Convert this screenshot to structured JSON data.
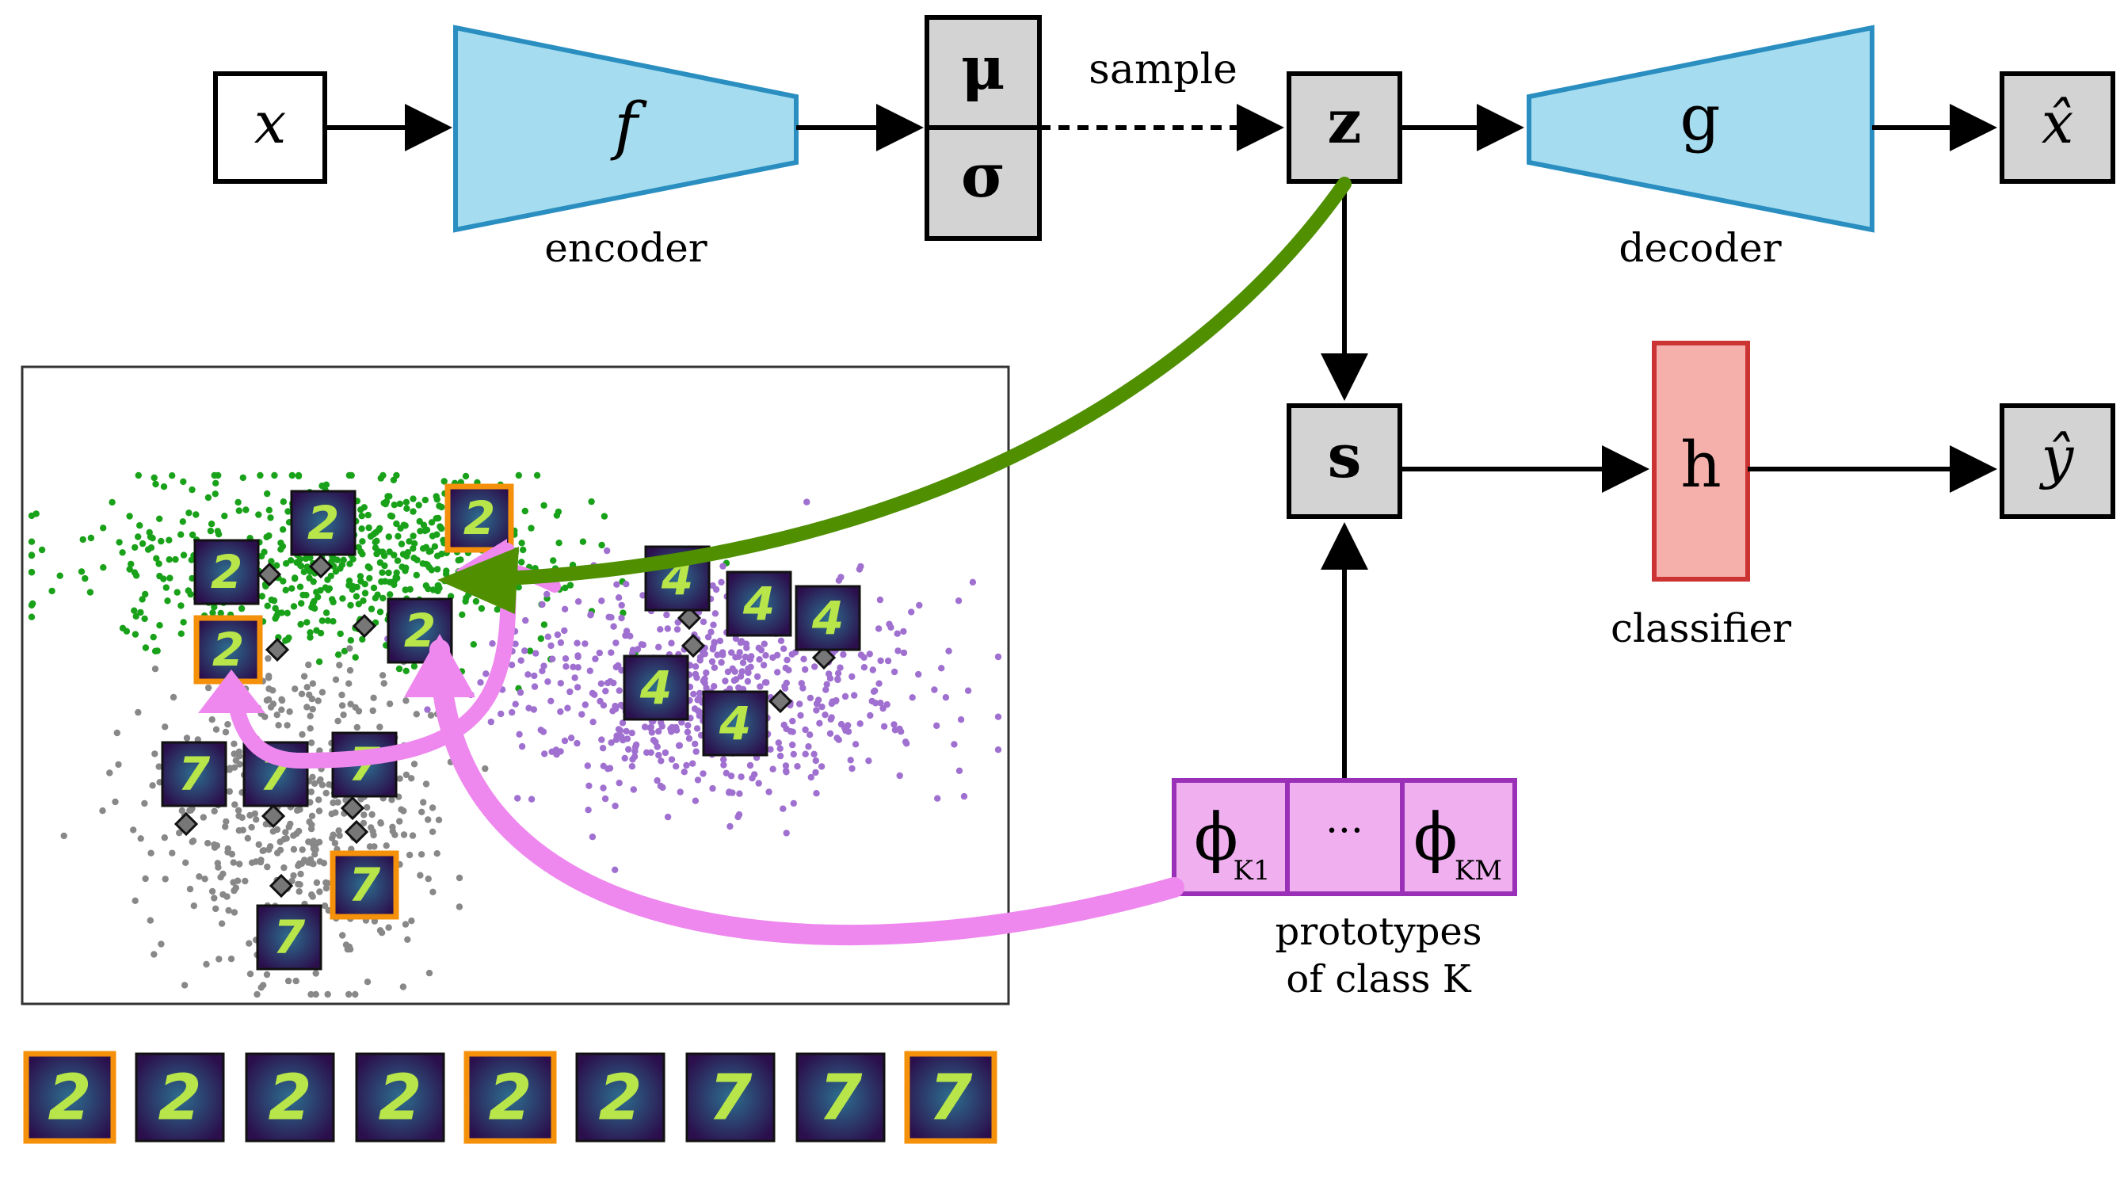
{
  "nodes": {
    "x": {
      "label": "x"
    },
    "encoder": {
      "symbol": "f",
      "caption": "encoder"
    },
    "mu": {
      "label": "μ"
    },
    "sigma": {
      "label": "σ"
    },
    "sample": {
      "label": "sample"
    },
    "z": {
      "label": "z"
    },
    "decoder": {
      "symbol": "g",
      "caption": "decoder"
    },
    "x_hat": {
      "label": "x̂"
    },
    "s": {
      "label": "s"
    },
    "classifier": {
      "symbol": "h",
      "caption": "classifier"
    },
    "y_hat": {
      "label": "ŷ"
    },
    "prototypes": {
      "cell1": {
        "symbol": "ϕ",
        "subscript": "K1"
      },
      "cell2": {
        "symbol": "···"
      },
      "cell3": {
        "symbol": "ϕ",
        "subscript": "KM"
      },
      "caption_line1": "prototypes",
      "caption_line2": "of class K"
    }
  },
  "scatter_tiles": [
    "2",
    "2",
    "2",
    "2",
    "2",
    "4",
    "4",
    "4",
    "4",
    "4",
    "7",
    "7",
    "7",
    "7",
    "7"
  ],
  "prototype_strip": [
    "2",
    "2",
    "2",
    "2",
    "2",
    "2",
    "7",
    "7",
    "7"
  ],
  "colors": {
    "encoder_fill": "#a6dcef",
    "encoder_stroke": "#2a8fc0",
    "box_fill": "#d3d3d3",
    "classifier_fill": "#f6b0ac",
    "classifier_stroke": "#cc3333",
    "prototype_fill": "#f0b0f0",
    "prototype_stroke": "#9b30b8",
    "green_arrow": "#4f8f00",
    "pink_arrow": "#ee88ee",
    "cluster_green": "#1aa11a",
    "cluster_purple": "#a070d0",
    "cluster_gray": "#888888",
    "tile_bg": "#2b0f4d",
    "digit": "#b8e64a",
    "highlight": "#f5900a"
  }
}
